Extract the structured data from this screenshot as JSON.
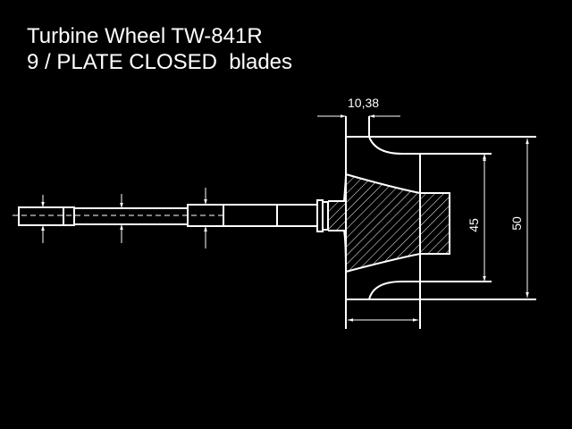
{
  "title": {
    "line1": "Turbine Wheel TW-841R",
    "line2": "9 / PLATE CLOSED  blades"
  },
  "dimensions": {
    "blade_tip_width": "10,38",
    "inner_diameter": "45",
    "outer_diameter": "50"
  },
  "colors": {
    "background": "#000000",
    "lines": "#ffffff"
  }
}
